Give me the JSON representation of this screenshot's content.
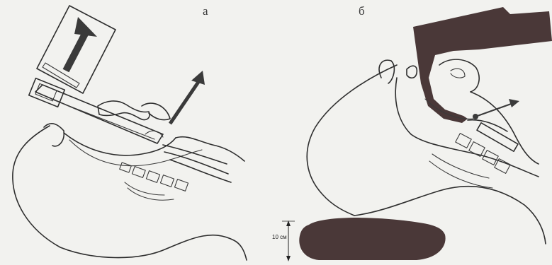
{
  "panels": [
    {
      "label": "а"
    },
    {
      "label": "б"
    }
  ],
  "scale": {
    "label": "10 см"
  },
  "colors": {
    "ink": "#2e2e2e",
    "fill_dark": "#4a3838",
    "background": "#f2f2ef"
  }
}
